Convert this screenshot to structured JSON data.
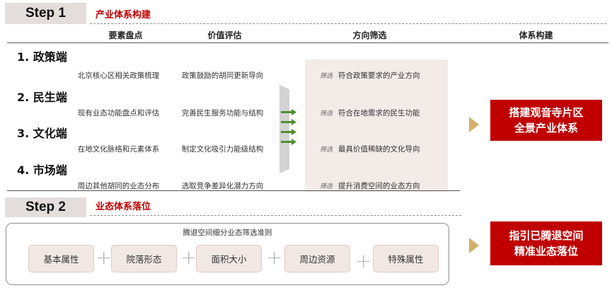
{
  "step1": {
    "label": "Step 1",
    "title": "产业体系构建",
    "headers": [
      "要素盘点",
      "价值评估",
      "方向筛选",
      "体系构建"
    ],
    "rows": [
      {
        "category": "1. 政策端",
        "inventory": "北京核心区相关政策梳理",
        "evaluation": "政策鼓励的胡同更新导向",
        "filter_tag": "筛选",
        "filter": "符合政策要求的产业方向"
      },
      {
        "category": "2. 民生端",
        "inventory": "现有业态功能盘点和评估",
        "evaluation": "完善民生服务功能与结构",
        "filter_tag": "筛选",
        "filter": "符合在地需求的民生功能"
      },
      {
        "category": "3. 文化端",
        "inventory": "在地文化脉络和元素体系",
        "evaluation": "制定文化吸引力能级结构",
        "filter_tag": "筛选",
        "filter": "最具价值稀缺的文化导向"
      },
      {
        "category": "4. 市场端",
        "inventory": "周边其他胡同的业态分布",
        "evaluation": "选取竞争差异化潜力方向",
        "filter_tag": "筛选",
        "filter": "提升消费空间的业态方向"
      }
    ],
    "result": {
      "line1": "搭建观音寺片区",
      "line2": "全景产业体系"
    },
    "colors": {
      "result_bg": "#c00000",
      "panel_bg": "#f3ebe8",
      "arrow_green": "#4e8f2e",
      "arrow_gold": "#d4b06a"
    }
  },
  "step2": {
    "label": "Step 2",
    "title": "业态体系落位",
    "criteria_title": "腾退空间细分业态筛选准则",
    "criteria": [
      "基本属性",
      "院落形态",
      "面积大小",
      "周边资源",
      "特殊属性"
    ],
    "plus_symbol": "+",
    "result": {
      "line1": "指引已腾退空间",
      "line2": "精准业态落位"
    }
  }
}
